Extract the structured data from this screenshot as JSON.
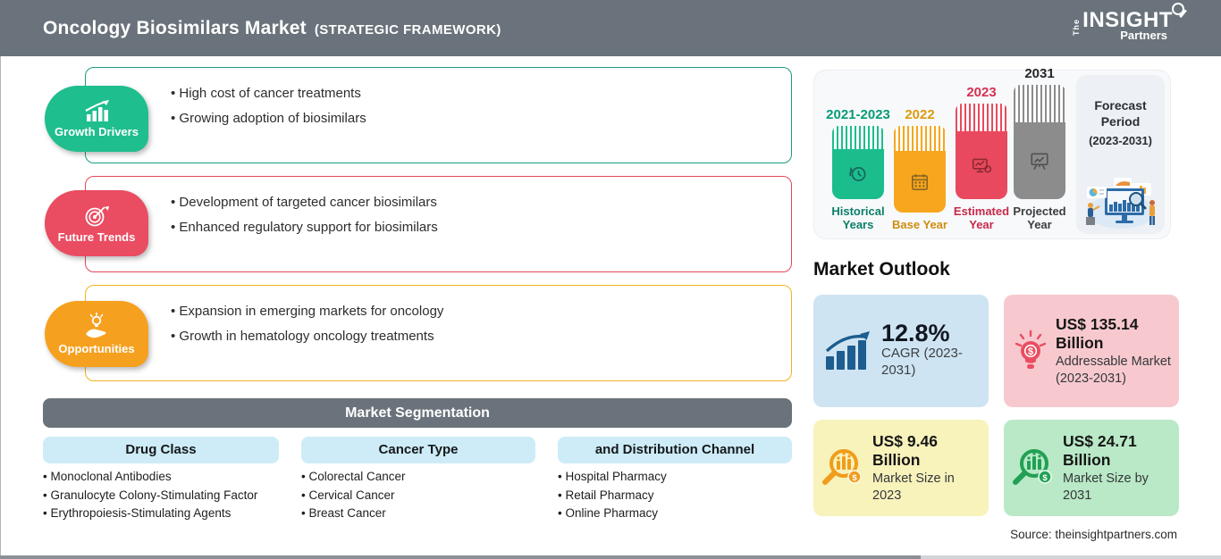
{
  "header": {
    "title": "Oncology Biosimilars Market",
    "subtitle": "(STRATEGIC FRAMEWORK)",
    "logo": {
      "the": "The",
      "insight": "INSIGHT",
      "partners": "Partners"
    }
  },
  "palette": {
    "header_bg": "#6a737b",
    "growth_green": "#1fbe8e",
    "trends_red": "#ea4c61",
    "opportunities_orange": "#f6a01f",
    "timeline_green": "#1cbd8d",
    "timeline_orange": "#f7a61e",
    "timeline_red": "#e9495e",
    "timeline_gray": "#8c8c8c",
    "card_blue_bg": "#cfe4f2",
    "card_pink_bg": "#f7c9ce",
    "card_yellow_bg": "#f8f2bb",
    "card_green_bg": "#b9e9c6",
    "segment_header_bg": "#cdecf8"
  },
  "sections": [
    {
      "label": "Growth Drivers",
      "bullets": [
        "High cost of cancer treatments",
        "Growing adoption of biosimilars"
      ]
    },
    {
      "label": "Future Trends",
      "bullets": [
        "Development of targeted cancer biosimilars",
        "Enhanced regulatory support for biosimilars"
      ]
    },
    {
      "label": "Opportunities",
      "bullets": [
        "Expansion in emerging markets for oncology",
        "Growth in hematology oncology treatments"
      ]
    }
  ],
  "timeline": {
    "bars": [
      {
        "year": "2021-2023",
        "caption": "Historical Years"
      },
      {
        "year": "2022",
        "caption": "Base Year"
      },
      {
        "year": "2023",
        "caption": "Estimated Year"
      },
      {
        "year": "2031",
        "caption": "Projected Year"
      }
    ],
    "forecast_title": "Forecast Period",
    "forecast_range": "(2023-2031)"
  },
  "outlook": {
    "title": "Market Outlook",
    "cards": [
      {
        "value": "12.8%",
        "label": "CAGR (2023-2031)"
      },
      {
        "value": "US$ 135.14 Billion",
        "label": "Addressable Market (2023-2031)"
      },
      {
        "value": "US$ 9.46 Billion",
        "label": "Market Size in 2023"
      },
      {
        "value": "US$ 24.71 Billion",
        "label": "Market Size by 2031"
      }
    ]
  },
  "segmentation": {
    "title": "Market Segmentation",
    "columns": [
      {
        "header": "Drug Class",
        "items": [
          "Monoclonal Antibodies",
          "Granulocyte Colony-Stimulating Factor",
          "Erythropoiesis-Stimulating Agents"
        ]
      },
      {
        "header": "Cancer Type",
        "items": [
          "Colorectal Cancer",
          "Cervical Cancer",
          "Breast Cancer"
        ]
      },
      {
        "header": "and Distribution Channel",
        "items": [
          "Hospital Pharmacy",
          "Retail Pharmacy",
          "Online Pharmacy"
        ]
      }
    ]
  },
  "source": "Source: theinsightpartners.com"
}
